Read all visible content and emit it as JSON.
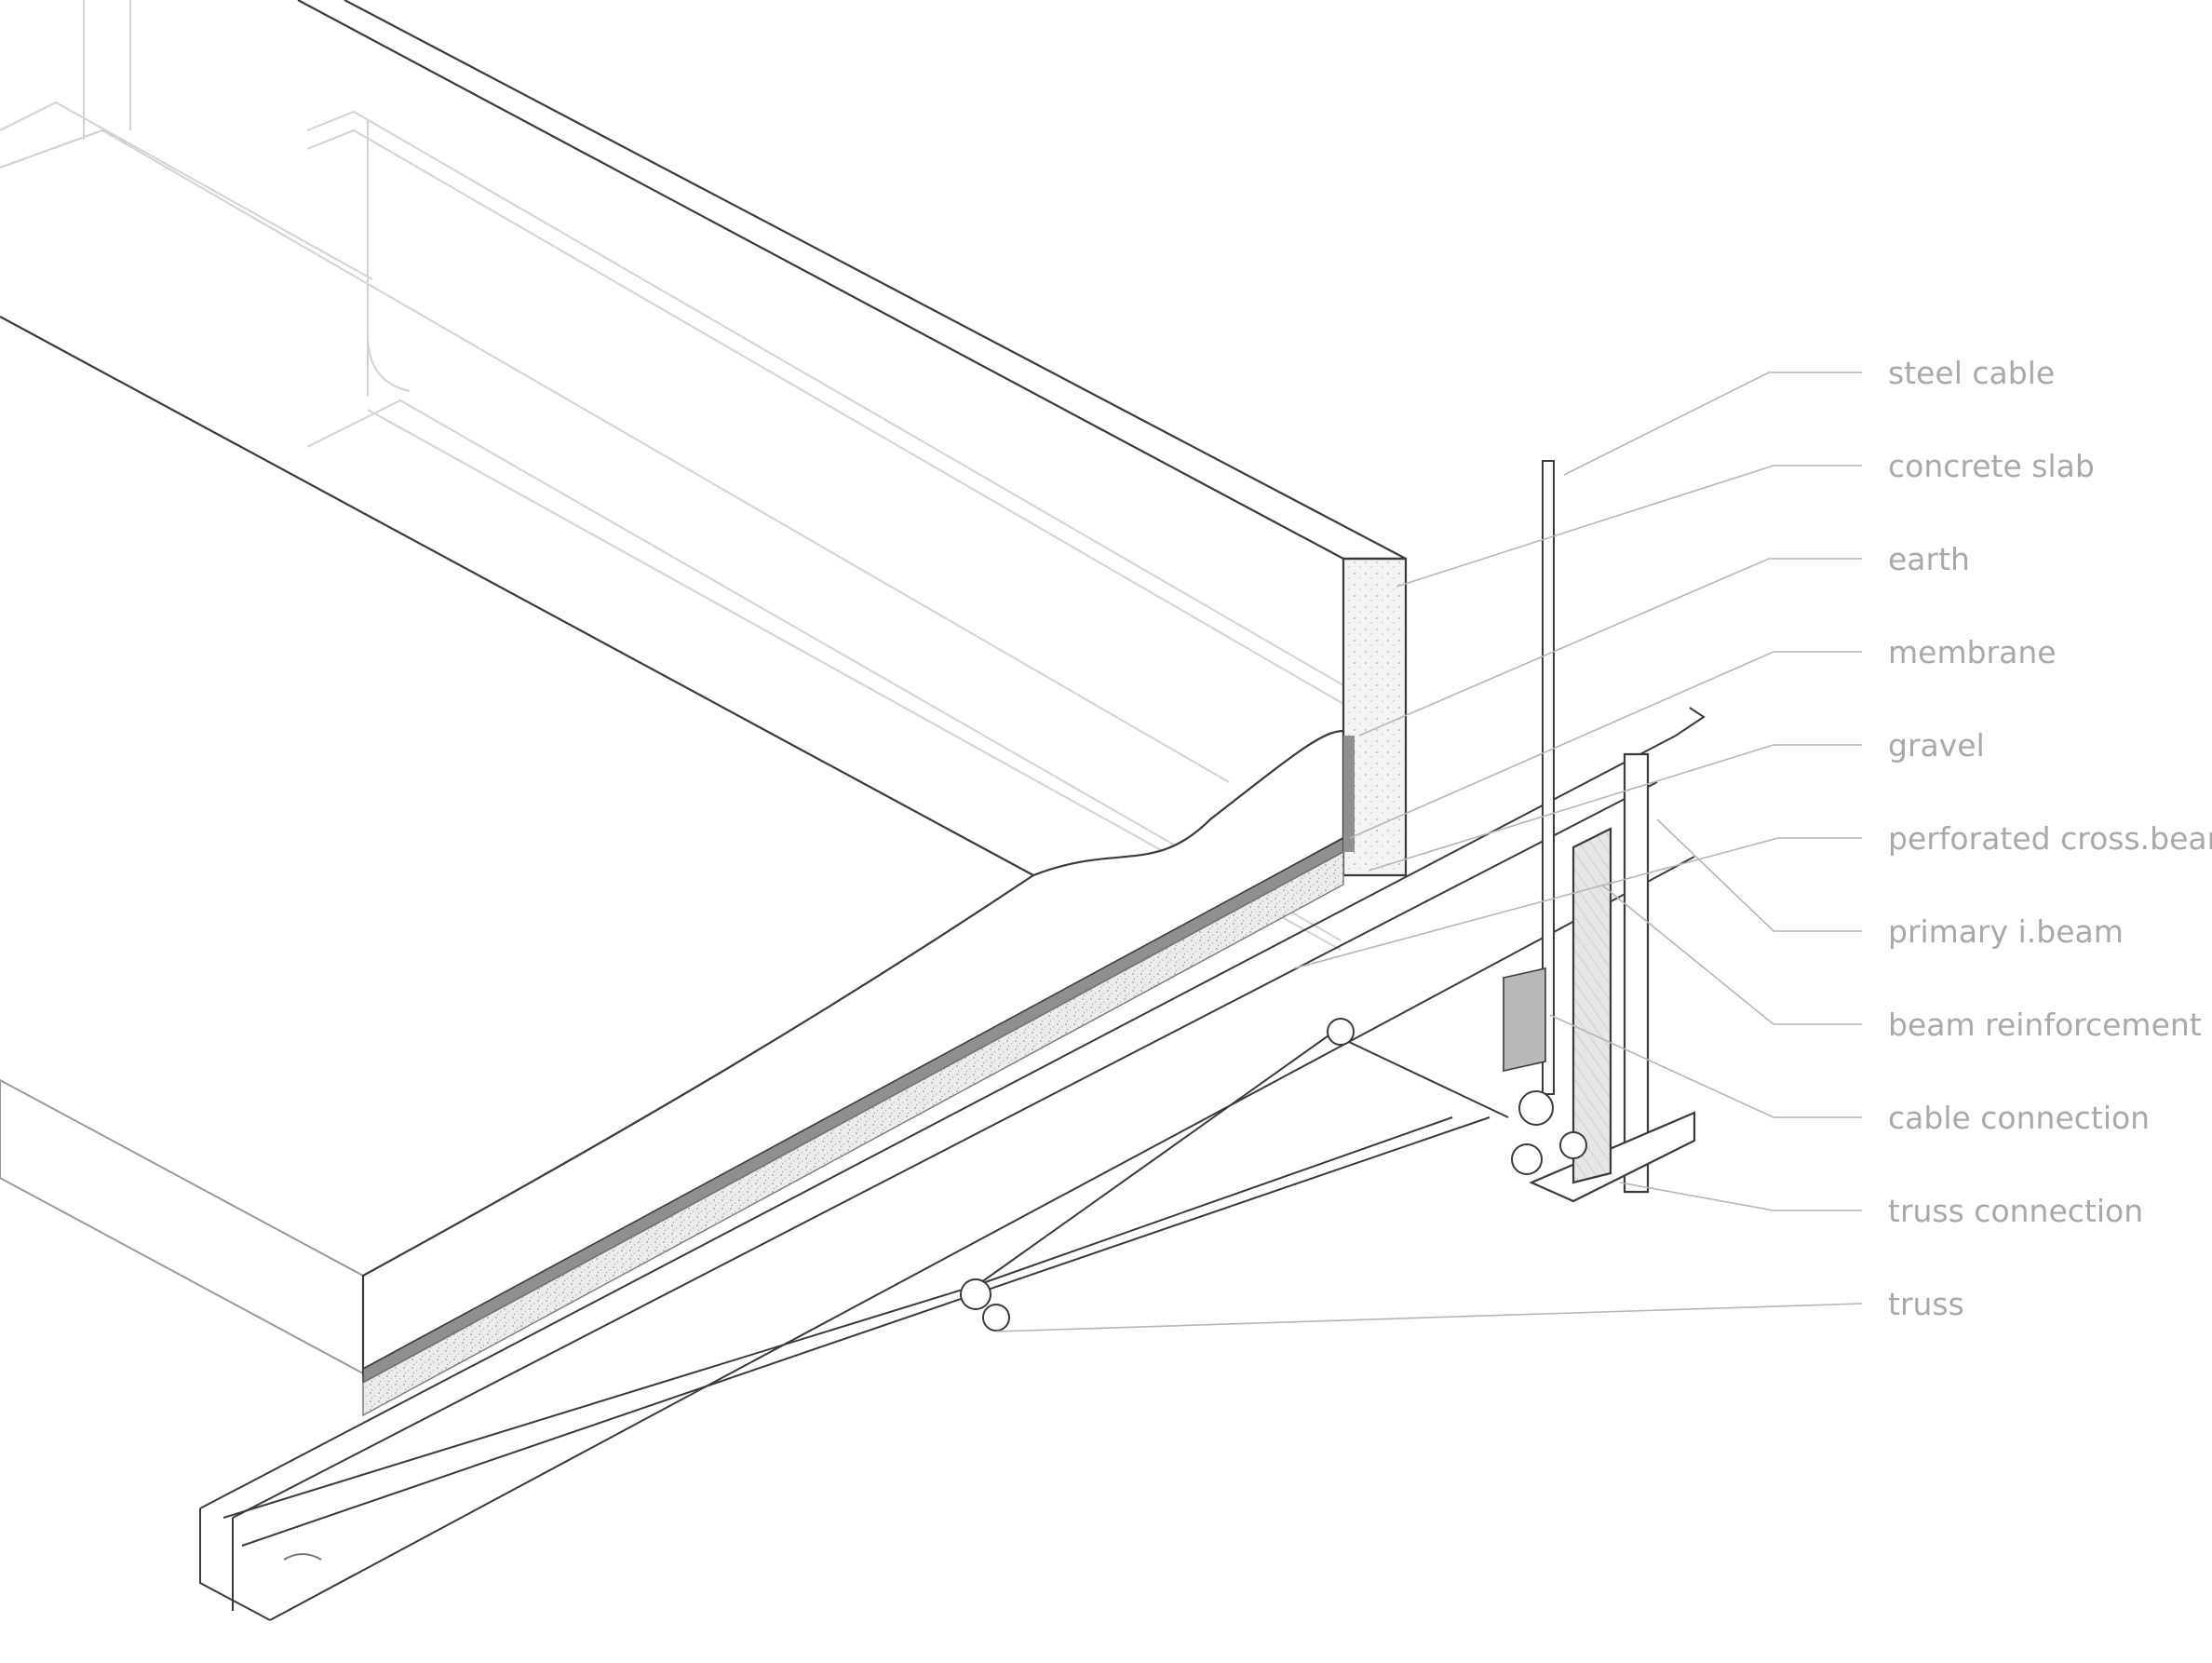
{
  "diagram": {
    "labels": [
      {
        "key": "steel-cable",
        "text": "steel cable"
      },
      {
        "key": "concrete-slab",
        "text": "concrete slab"
      },
      {
        "key": "earth",
        "text": "earth"
      },
      {
        "key": "membrane",
        "text": "membrane"
      },
      {
        "key": "gravel",
        "text": "gravel"
      },
      {
        "key": "perforated-cross-beam",
        "text": "perforated cross.beam"
      },
      {
        "key": "primary-i-beam",
        "text": "primary i.beam"
      },
      {
        "key": "beam-reinforcement",
        "text": "beam reinforcement"
      },
      {
        "key": "cable-connection",
        "text": "cable connection"
      },
      {
        "key": "truss-connection",
        "text": "truss connection"
      },
      {
        "key": "truss",
        "text": "truss"
      }
    ],
    "colors": {
      "line": "#3a3a3a",
      "light_line": "#cfcfcf",
      "leader": "#b5b5b5",
      "label": "#a9a9a9",
      "membrane_fill": "#8f8f8f",
      "gravel_fill": "#ececec",
      "reinforcement_fill": "#dedede"
    }
  }
}
